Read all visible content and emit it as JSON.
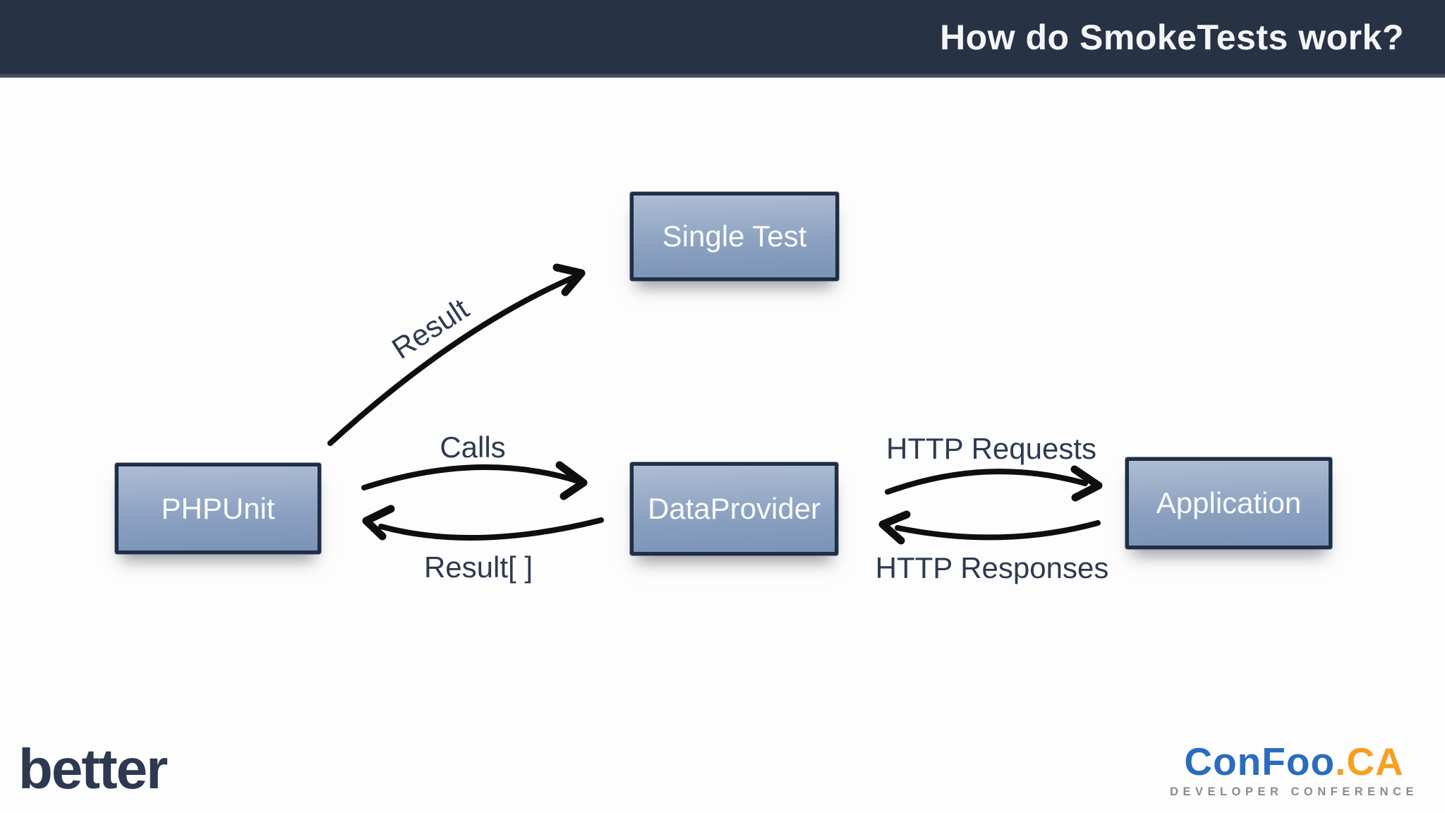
{
  "header": {
    "title": "How do SmokeTests work?"
  },
  "diagram": {
    "boxes": [
      {
        "id": "single-test",
        "label": "Single Test"
      },
      {
        "id": "phpunit",
        "label": "PHPUnit"
      },
      {
        "id": "dataprovider",
        "label": "DataProvider"
      },
      {
        "id": "application",
        "label": "Application"
      }
    ],
    "arrows": [
      {
        "id": "result",
        "label": "Result",
        "from": "PHPUnit",
        "to": "Single Test"
      },
      {
        "id": "calls",
        "label": "Calls",
        "from": "PHPUnit",
        "to": "DataProvider"
      },
      {
        "id": "result-array",
        "label": "Result[ ]",
        "from": "DataProvider",
        "to": "PHPUnit"
      },
      {
        "id": "http-requests",
        "label": "HTTP Requests",
        "from": "DataProvider",
        "to": "Application"
      },
      {
        "id": "http-responses",
        "label": "HTTP Responses",
        "from": "Application",
        "to": "DataProvider"
      }
    ],
    "colors": {
      "header_bg": "#273245",
      "box_gradient_top": "#aebdd3",
      "box_gradient_bottom": "#7b93b8",
      "box_border": "#1f2e47",
      "box_text": "#fafbfd",
      "arrow": "#0e0e0e",
      "label_text": "#2e3a50"
    }
  },
  "footer": {
    "brand": "better",
    "conference": {
      "name_primary": "ConFoo",
      "dot": ".",
      "name_suffix": "CA",
      "tagline": "DEVELOPER CONFERENCE",
      "primary_color": "#2a6cc0",
      "suffix_color": "#f5a01f",
      "tagline_color": "#8b8b8b"
    }
  }
}
